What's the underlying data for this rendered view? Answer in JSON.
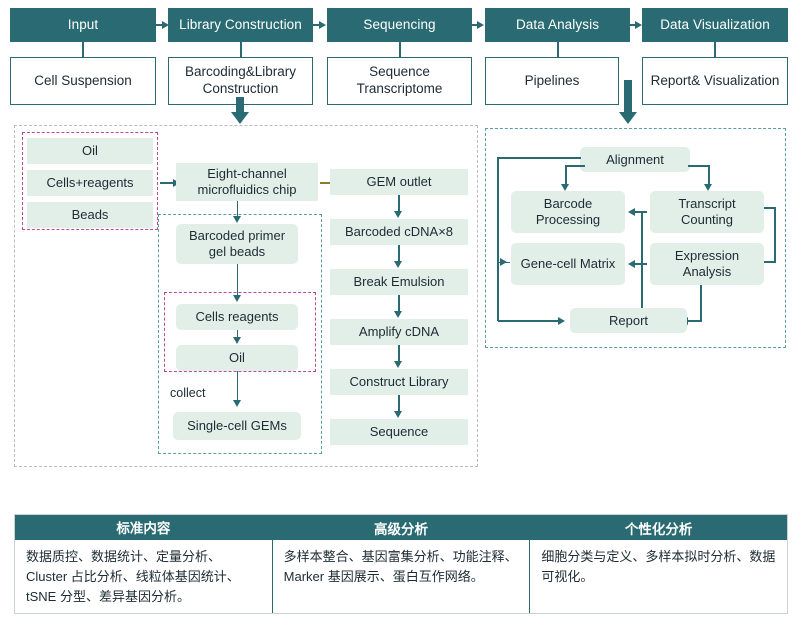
{
  "pipeline": {
    "stages": [
      {
        "header": "Input",
        "box": "Cell Suspension"
      },
      {
        "header": "Library Construction",
        "box": "Barcoding&Library Construction"
      },
      {
        "header": "Sequencing",
        "box": "Sequence Transcriptome"
      },
      {
        "header": "Data Analysis",
        "box": "Pipelines"
      },
      {
        "header": "Data Visualization",
        "box": "Report& Visualization"
      }
    ]
  },
  "inputs": {
    "items": [
      "Oil",
      "Cells+reagents",
      "Beads"
    ]
  },
  "wetlab": {
    "chip": "Eight-channel microfluidics chip",
    "gel_beads": "Barcoded primer gel beads",
    "cells_reagents": "Cells reagents",
    "oil": "Oil",
    "collect_label": "collect",
    "gems": "Single-cell GEMs"
  },
  "seqsteps": {
    "items": [
      "GEM outlet",
      "Barcoded cDNA×8",
      "Break Emulsion",
      "Amplify cDNA",
      "Construct Library",
      "Sequence"
    ]
  },
  "analysis": {
    "alignment": "Alignment",
    "barcode_processing": "Barcode Processing",
    "transcript_counting": "Transcript Counting",
    "gene_cell_matrix": "Gene-cell Matrix",
    "expression_analysis": "Expression Analysis",
    "report": "Report"
  },
  "table": {
    "columns": [
      {
        "header": "标准内容",
        "body": "数据质控、数据统计、定量分析、Cluster 占比分析、线粒体基因统计、tSNE 分型、差异基因分析。"
      },
      {
        "header": "高级分析",
        "body": "多样本整合、基因富集分析、功能注释、Marker 基因展示、蛋白互作网络。"
      },
      {
        "header": "个性化分析",
        "body": "细胞分类与定义、多样本拟时分析、数据可视化。"
      }
    ]
  },
  "colors": {
    "teal": "#2a6b73",
    "pale_green": "#e2efe9",
    "magenta_dash": "#b9489b",
    "gray_dash": "#b9bdbd",
    "olive_arrow": "#8a7d2e"
  }
}
